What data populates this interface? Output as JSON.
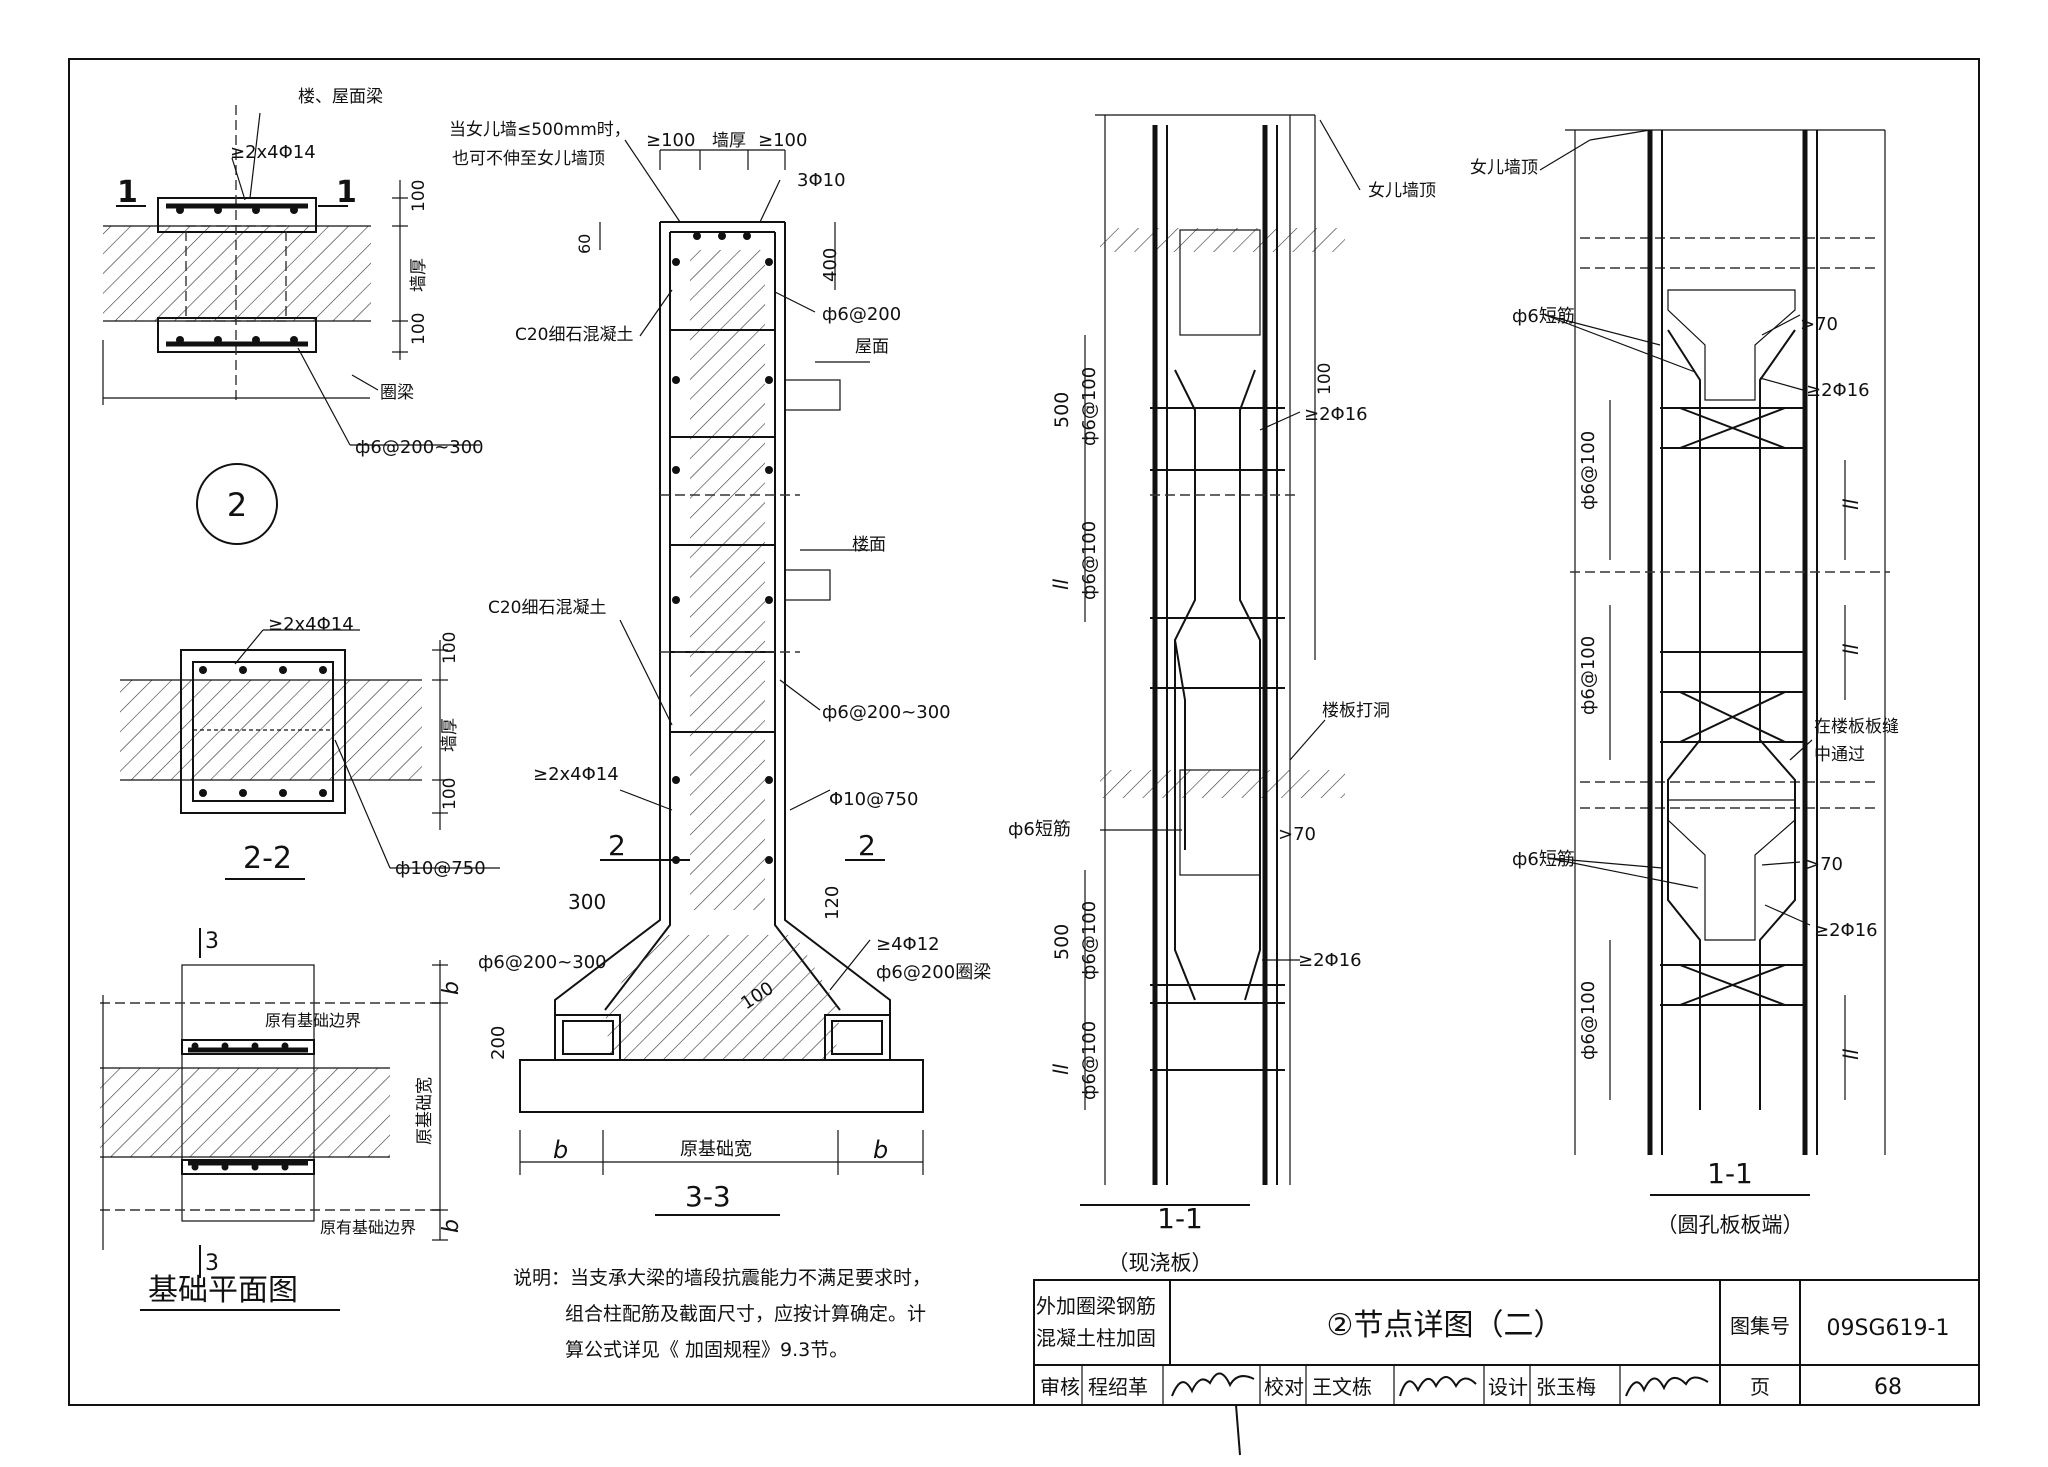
{
  "drawing": {
    "detail_circle": "2",
    "section_mark_1": "1",
    "section_mark_2": "2",
    "section_mark_3": "3",
    "labels": {
      "floor_roof_beam": "楼、屋面梁",
      "rebar_top": "≥2x4Φ14",
      "wall_thickness": "墙厚",
      "ring_beam": "圈梁",
      "stirrup_200_300": "ф6@200~300",
      "dim_100": "100",
      "rebar_22": "≥2x4Φ14",
      "tie_750": "ф10@750",
      "section_22": "2-2",
      "found_boundary_1": "原有基础边界",
      "found_boundary_2": "原有基础边界",
      "found_width_v": "原基础宽",
      "dim_b": "b",
      "found_plan": "基础平面图",
      "parapet_note_1": "当女儿墙≤500mm时，",
      "parapet_note_2": "也可不伸至女儿墙顶",
      "dim_ge100": "≥100",
      "wall_thick_label": "墙厚",
      "rebar_3phi10": "3Φ10",
      "dim_60": "60",
      "dim_400": "400",
      "c20_1": "C20细石混凝土",
      "stirrup_200": "ф6@200",
      "roof": "屋面",
      "floor": "楼面",
      "c20_2": "C20细石混凝土",
      "stirrup_col": "ф6@200~300",
      "rebar_col": "≥2x4Φ14",
      "tie_col": "Φ10@750",
      "dim_300": "300",
      "dim_120": "120",
      "stirrup_base": "ф6@200~300",
      "rebar_4phi12": "≥4Φ12",
      "ring_stirrup": "ф6@200圈梁",
      "dim_200": "200",
      "found_width": "原基础宽",
      "section_33": "3-3",
      "parapet_top_1": "女儿墙顶",
      "dim_500": "500",
      "phi6_100": "ф6@100",
      "ll": "ll",
      "rebar_2phi16": "≥2Φ16",
      "slab_hole": "楼板打洞",
      "phi6_short": "ф6短筋",
      "dim_gt70": ">70",
      "section_11": "1-1",
      "cast_slab": "（现浇板）",
      "parapet_top_2": "女儿墙顶",
      "through_joint_1": "在楼板板缝",
      "through_joint_2": "中通过",
      "hollow_slab": "（圆孔板板端）"
    },
    "note_1": "说明：当支承大梁的墙段抗震能力不满足要求时，",
    "note_2": "组合柱配筋及截面尺寸，应按计算确定。计",
    "note_3": "算公式详见《 加固规程》9.3节。"
  },
  "title_block": {
    "category_1": "外加圈梁钢筋",
    "category_2": "混凝土柱加固",
    "title": "②节点详图（二）",
    "atlas_label": "图集号",
    "atlas_no": "09SG619-1",
    "review_label": "审核",
    "reviewer": "程绍革",
    "check_label": "校对",
    "checker": "王文栋",
    "design_label": "设计",
    "designer": "张玉梅",
    "page_label": "页",
    "page_no": "68"
  }
}
